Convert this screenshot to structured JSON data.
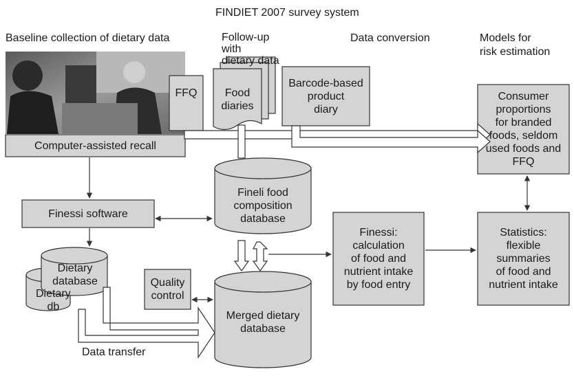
{
  "title": "FINDIET 2007 survey system",
  "headers": {
    "baseline": "Baseline collection of dietary data",
    "followup": "Follow-up\nwith\ndietary data",
    "conversion": "Data conversion",
    "models": "Models for\nrisk estimation"
  },
  "nodes": {
    "recall": "Computer-assisted recall",
    "ffq": "FFQ",
    "food_diaries": "Food\ndiaries",
    "barcode": "Barcode-based\nproduct\ndiary",
    "consumer": "Consumer\nproportions\nfor branded\nfoods, seldom\nused foods and\nFFQ",
    "finessi_software": "Finessi software",
    "fineli": "Fineli food\ncomposition\ndatabase",
    "finessi_calc": "Finessi:\ncalculation\nof food and\nnutrient intake\nby food entry",
    "statistics": "Statistics:\nflexible\nsummaries\nof food and\nnutrient intake",
    "dietary_database": "Dietary\ndatabase",
    "dietary_db": "Dietary\ndb",
    "quality": "Quality\ncontrol",
    "merged": "Merged dietary\ndatabase",
    "data_transfer": "Data transfer"
  },
  "colors": {
    "box_fill": "#d4d4d4",
    "box_stroke": "#333333",
    "arrow": "#333333",
    "background": "#ffffff"
  }
}
